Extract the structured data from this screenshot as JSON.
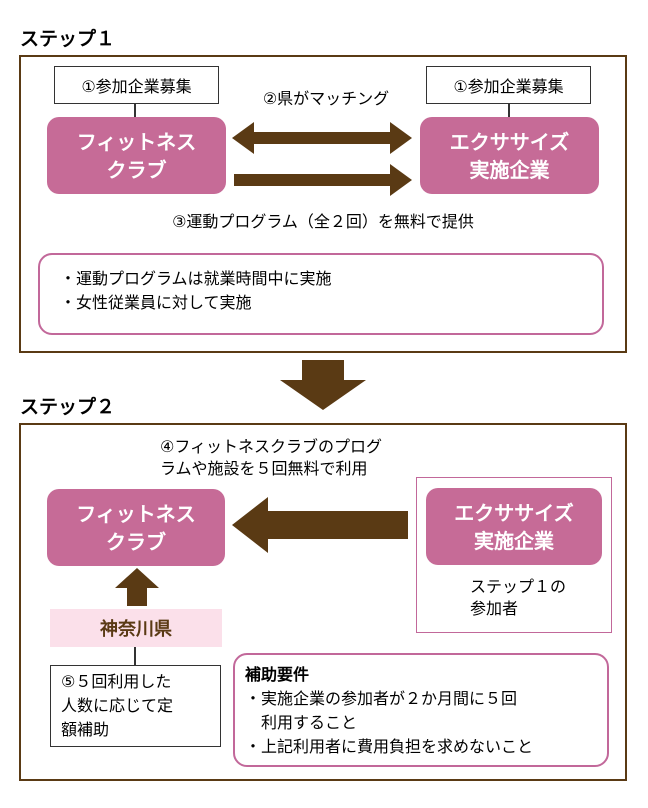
{
  "step1": {
    "title": "ステップ１",
    "recruit_left": "①参加企業募集",
    "recruit_right": "①参加企業募集",
    "matching": "②県がマッチング",
    "fitness_line1": "フィットネス",
    "fitness_line2": "クラブ",
    "exercise_line1": "エクササイズ",
    "exercise_line2": "実施企業",
    "program": "③運動プログラム（全２回）を無料で提供",
    "notes": [
      "・運動プログラムは就業時間中に実施",
      "・女性従業員に対して実施"
    ]
  },
  "step2": {
    "title": "ステップ２",
    "use_line1": "④フィットネスクラブのプログ",
    "use_line2": "ラムや施設を５回無料で利用",
    "fitness_line1": "フィットネス",
    "fitness_line2": "クラブ",
    "exercise_line1": "エクササイズ",
    "exercise_line2": "実施企業",
    "participant_line1": "ステップ１の",
    "participant_line2": "参加者",
    "kanagawa": "神奈川県",
    "subsidy_lines": [
      "⑤５回利用した",
      "人数に応じて定",
      "額補助"
    ],
    "req_title": "補助要件",
    "req_lines": [
      "・実施企業の参加者が２か月間に５回",
      "　利用すること",
      "・上記利用者に費用負担を求めないこと"
    ]
  },
  "colors": {
    "pink": "#c66b97",
    "brown_arrow": "#5a3a14",
    "frame": "#5a3a14",
    "kanagawa_bg": "#fbe0ea",
    "kanagawa_text": "#5a3a14"
  }
}
